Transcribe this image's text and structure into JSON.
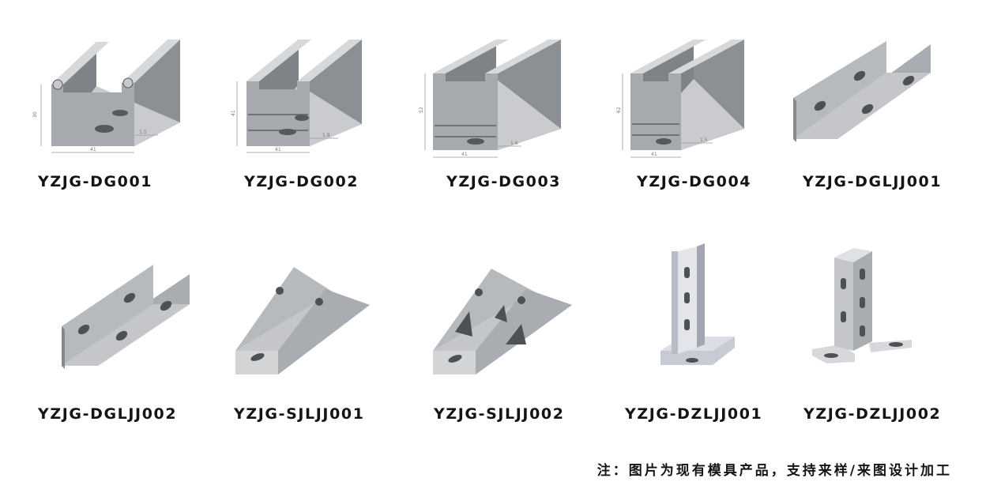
{
  "products": [
    {
      "code": "YZJG-DG001",
      "icon": "channel-strut-icon"
    },
    {
      "code": "YZJG-DG002",
      "icon": "channel-strut-icon"
    },
    {
      "code": "YZJG-DG003",
      "icon": "channel-strut-icon"
    },
    {
      "code": "YZJG-DG004",
      "icon": "channel-strut-icon"
    },
    {
      "code": "YZJG-DGLJJ001",
      "icon": "u-connector-icon"
    },
    {
      "code": "YZJG-DGLJJ002",
      "icon": "u-connector-icon"
    },
    {
      "code": "YZJG-SJLJJ001",
      "icon": "triangle-connector-icon"
    },
    {
      "code": "YZJG-SJLJJ002",
      "icon": "triangle-connector-icon"
    },
    {
      "code": "YZJG-DZLJJ001",
      "icon": "post-base-icon"
    },
    {
      "code": "YZJG-DZLJJ002",
      "icon": "post-base-icon"
    }
  ],
  "dimensions": {
    "dg001": {
      "height": "30",
      "width": "41",
      "thickness": "1.5"
    },
    "dg002": {
      "height": "41",
      "width": "41",
      "thickness": "1.8"
    },
    "dg003": {
      "height": "52",
      "width": "41",
      "thickness": "1.6"
    },
    "dg004": {
      "height": "62",
      "width": "41",
      "thickness": "1.5"
    }
  },
  "note": "注：图片为现有模具产品，支持来样/来图设计加工"
}
